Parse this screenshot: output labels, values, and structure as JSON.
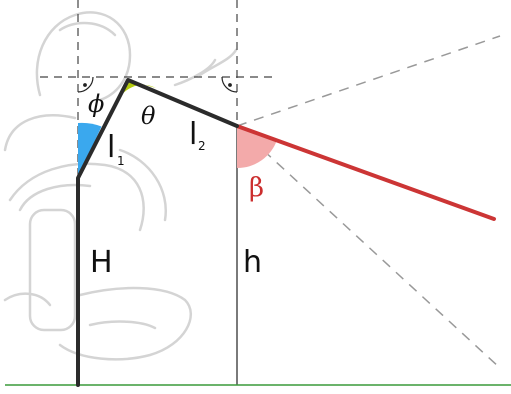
{
  "labels": {
    "phi": "ϕ",
    "theta": "θ",
    "l1_main": "l",
    "l1_sub": "1",
    "l2_main": "l",
    "l2_sub": "2",
    "beta": "β",
    "H": "H",
    "h": "h"
  },
  "colors": {
    "links": "#2b2b2b",
    "line_of_sight": "#cc3535",
    "ground": "#3a9a3a",
    "phi_arc": "#3aa8ee",
    "theta_arc": "#b5cc10",
    "beta_arc": "#f3aaaa",
    "dashed": "#888888",
    "figure_outline": "#d2d2d2"
  },
  "icons": {
    "background_figure": "seated-person-outline",
    "right_angle_marks": "right-angle-icon"
  }
}
